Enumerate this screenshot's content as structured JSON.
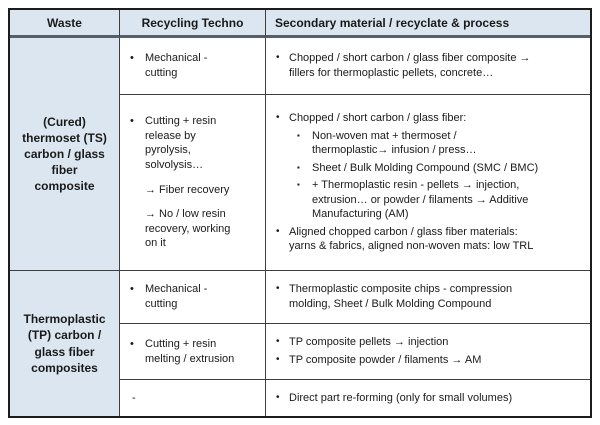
{
  "table": {
    "markers": {
      "bullet": "•",
      "square": "▪"
    },
    "colors": {
      "header_bg": "#dce6f1",
      "label_bg": "#dce6f1",
      "inner_border": "#3f3f3f",
      "outer_border": "#1c1c1c",
      "header_rule": "#566069",
      "text": "#1a1a1a"
    },
    "header": {
      "waste": "Waste",
      "techno": "Recycling Techno",
      "secondary": "Secondary material / recyclate & process"
    },
    "groups": [
      {
        "waste_label": "(Cured)\nthermoset (TS)\ncarbon / glass\nfiber\ncomposite",
        "rows": [
          {
            "techno": {
              "bullets": [
                "Mechanical -\ncutting"
              ]
            },
            "secondary": {
              "items": [
                {
                  "level": 1,
                  "text": "Chopped / short carbon / glass fiber composite →\nfillers for thermoplastic pellets, concrete…"
                }
              ]
            }
          },
          {
            "techno": {
              "bullets": [
                "Cutting + resin\nrelease by\npyrolysis,\nsolvolysis…"
              ],
              "notes": [
                "→ Fiber recovery",
                "→ No / low resin\nrecovery, working\non it"
              ]
            },
            "secondary": {
              "items": [
                {
                  "level": 1,
                  "text": "Chopped / short carbon / glass fiber:"
                },
                {
                  "level": 2,
                  "text": "Non-woven mat + thermoset /\nthermoplastic→ infusion / press…"
                },
                {
                  "level": 2,
                  "text": "Sheet / Bulk Molding Compound (SMC / BMC)"
                },
                {
                  "level": 2,
                  "text": "+ Thermoplastic resin - pellets → injection,\nextrusion… or powder / filaments → Additive\nManufacturing (AM)"
                },
                {
                  "level": 1,
                  "text": "Aligned chopped carbon / glass fiber materials:\nyarns & fabrics, aligned non-woven mats: low TRL"
                }
              ]
            }
          }
        ]
      },
      {
        "waste_label": "Thermoplastic\n(TP) carbon /\nglass fiber\ncomposites",
        "rows": [
          {
            "techno": {
              "bullets": [
                "Mechanical -\ncutting"
              ]
            },
            "secondary": {
              "items": [
                {
                  "level": 1,
                  "text": "Thermoplastic composite chips - compression\nmolding, Sheet / Bulk Molding Compound"
                }
              ]
            }
          },
          {
            "techno": {
              "bullets": [
                "Cutting + resin\nmelting / extrusion"
              ]
            },
            "secondary": {
              "items": [
                {
                  "level": 1,
                  "text": "TP composite pellets → injection"
                },
                {
                  "level": 1,
                  "text": "TP composite powder / filaments → AM"
                }
              ]
            }
          },
          {
            "techno": {
              "dash": "-"
            },
            "secondary": {
              "items": [
                {
                  "level": 1,
                  "text": "Direct part re-forming (only for small volumes)"
                }
              ]
            }
          }
        ]
      }
    ]
  }
}
